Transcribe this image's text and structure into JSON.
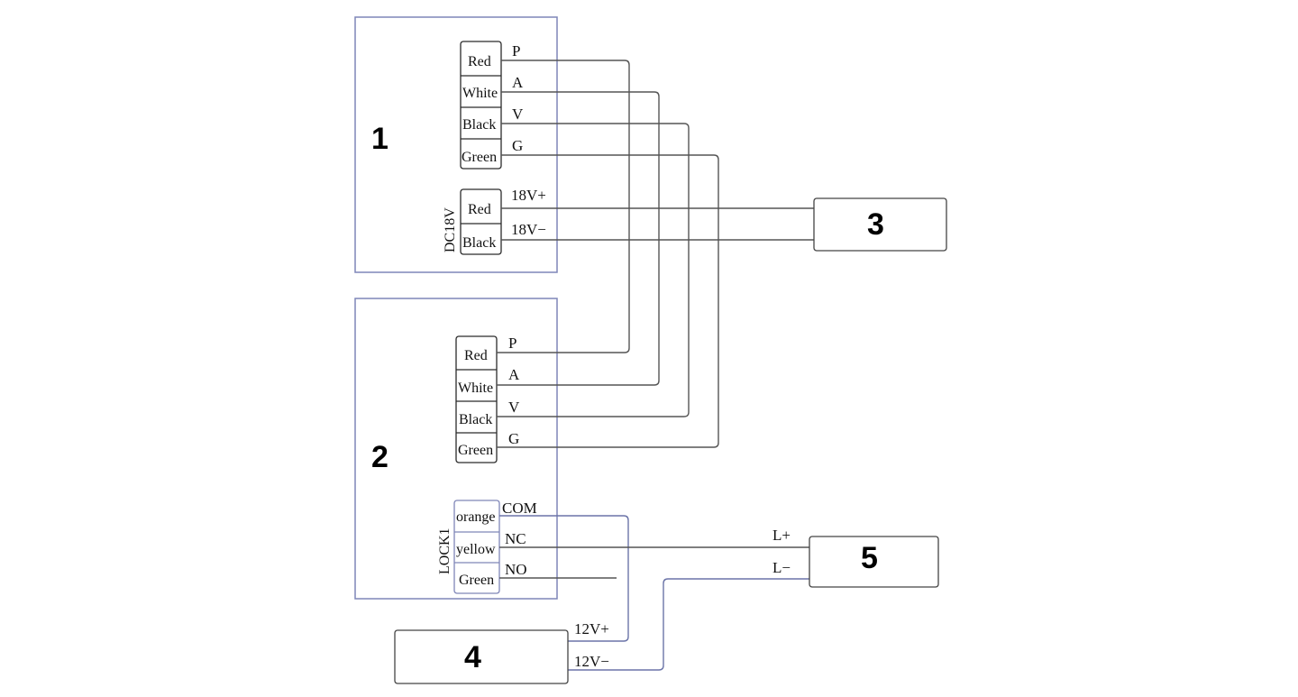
{
  "unit_1": {
    "number": "1",
    "connector_1": [
      {
        "colour": "Red",
        "signal": "P"
      },
      {
        "colour": "White",
        "signal": "A"
      },
      {
        "colour": "Black",
        "signal": "V"
      },
      {
        "colour": "Green",
        "signal": "G"
      }
    ],
    "power_label": "DC18V",
    "power_connector": [
      {
        "colour": "Red",
        "signal": "18V+"
      },
      {
        "colour": "Black",
        "signal": "18V−"
      }
    ]
  },
  "unit_2": {
    "number": "2",
    "connector_1": [
      {
        "colour": "Red",
        "signal": "P"
      },
      {
        "colour": "White",
        "signal": "A"
      },
      {
        "colour": "Black",
        "signal": "V"
      },
      {
        "colour": "Green",
        "signal": "G"
      }
    ],
    "lock_label": "LOCK1",
    "lock_connector": [
      {
        "colour": "orange",
        "signal": "COM"
      },
      {
        "colour": "yellow",
        "signal": "NC"
      },
      {
        "colour": "Green",
        "signal": "NO"
      }
    ]
  },
  "box_3": {
    "number": "3"
  },
  "box_4": {
    "number": "4",
    "plus": "12V+",
    "minus": "12V−"
  },
  "box_5": {
    "number": "5",
    "plus": "L+",
    "minus": "L−"
  },
  "colors": {
    "panel_border": "#7f86b8",
    "wire": "#555555",
    "wire_lock": "#6b74a8"
  }
}
